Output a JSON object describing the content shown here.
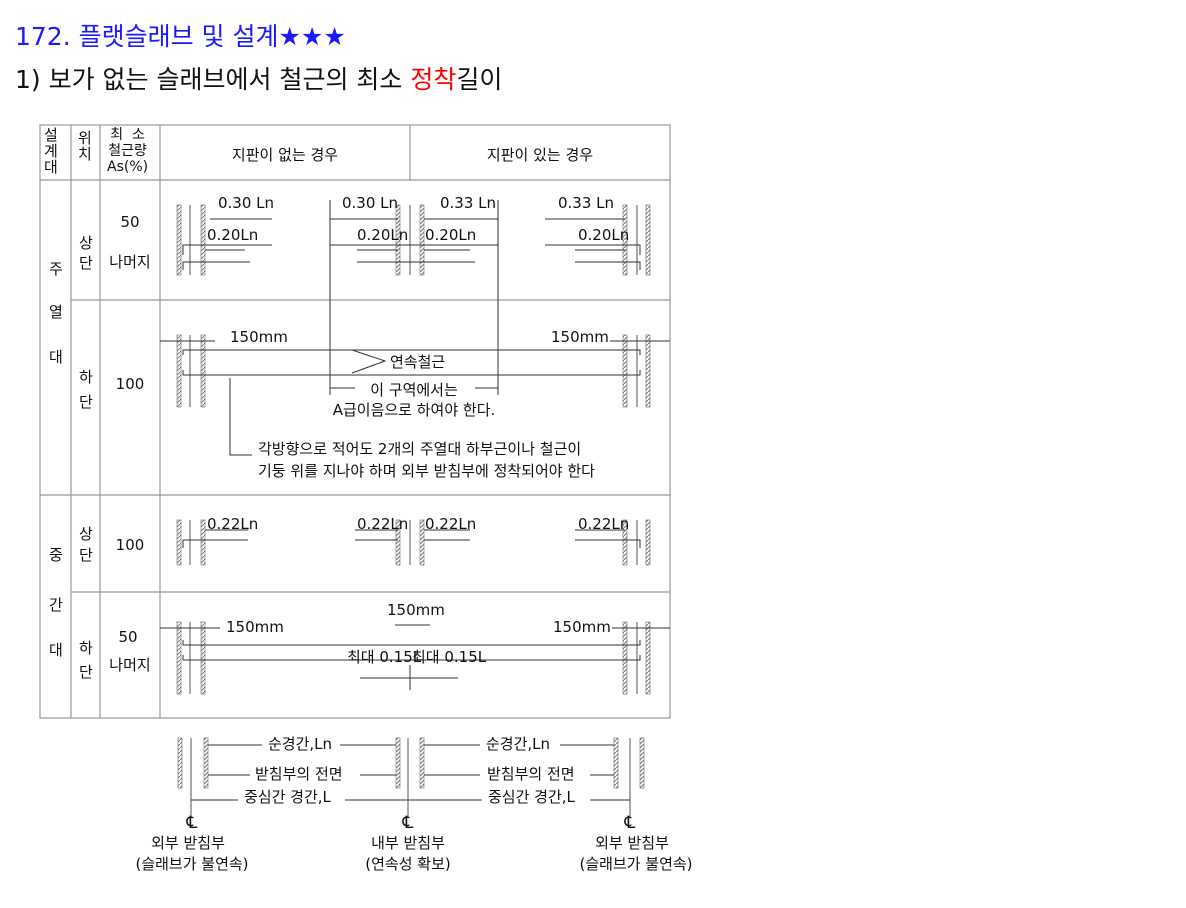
{
  "title": {
    "text": "172. 플랫슬래브 및 설계",
    "stars": "★★★"
  },
  "subtitle": {
    "before": "1) 보가 없는 슬래브에서 철근의 최소 ",
    "highlight": "정착",
    "after": "길이",
    "highlight_color": "#ff0000"
  },
  "table": {
    "headers": {
      "strip": "설\n계\n대",
      "position": "위\n치",
      "min_rebar": "최  소\n철근량\nAs(%)",
      "no_drop_panel": "지판이 없는 경우",
      "with_drop_panel": "지판이 있는 경우"
    },
    "column_strip": {
      "label": [
        "주",
        "열",
        "대"
      ],
      "top": {
        "position": [
          "상",
          "단"
        ],
        "values": [
          "50",
          "나머지"
        ],
        "dims": [
          "0.30 Ln",
          "0.20Ln",
          "0.30 Ln",
          "0.20Ln",
          "0.33 Ln",
          "0.20Ln",
          "0.33 Ln",
          "0.20Ln"
        ]
      },
      "bottom": {
        "position": [
          "하",
          "단"
        ],
        "value": "100",
        "dim_left": "150mm",
        "dim_right": "150mm",
        "continuous_bar": "연속철근",
        "zone_note": [
          "이 구역에서는",
          "A급이음으로 하여야 한다."
        ],
        "note": [
          "각방향으로 적어도 2개의 주열대 하부근이나 철근이",
          "기둥 위를 지나야 하며 외부 받침부에 정착되어야 한다"
        ]
      }
    },
    "middle_strip": {
      "label": [
        "중",
        "간",
        "대"
      ],
      "top": {
        "position": [
          "상",
          "단"
        ],
        "value": "100",
        "dims": [
          "0.22Ln",
          "0.22Ln",
          "0.22Ln",
          "0.22Ln"
        ]
      },
      "bottom": {
        "position": [
          "하",
          "단"
        ],
        "values": [
          "50",
          "나머지"
        ],
        "dim_center": "150mm",
        "dim_left": "150mm",
        "dim_right": "150mm",
        "max_left": "최대 0.15L",
        "max_right": "최대 0.15L"
      }
    }
  },
  "legend": {
    "clear_span": "순경간,Ln",
    "support_face": "받침부의 전면",
    "center_span": "중심간 경간,L",
    "centerline": "℄",
    "supports": [
      {
        "name": "외부 받침부",
        "note": "(슬래브가 불연속)"
      },
      {
        "name": "내부 받침부",
        "note": "(연속성 확보)"
      },
      {
        "name": "외부 받침부",
        "note": "(슬래브가 불연속)"
      }
    ]
  }
}
